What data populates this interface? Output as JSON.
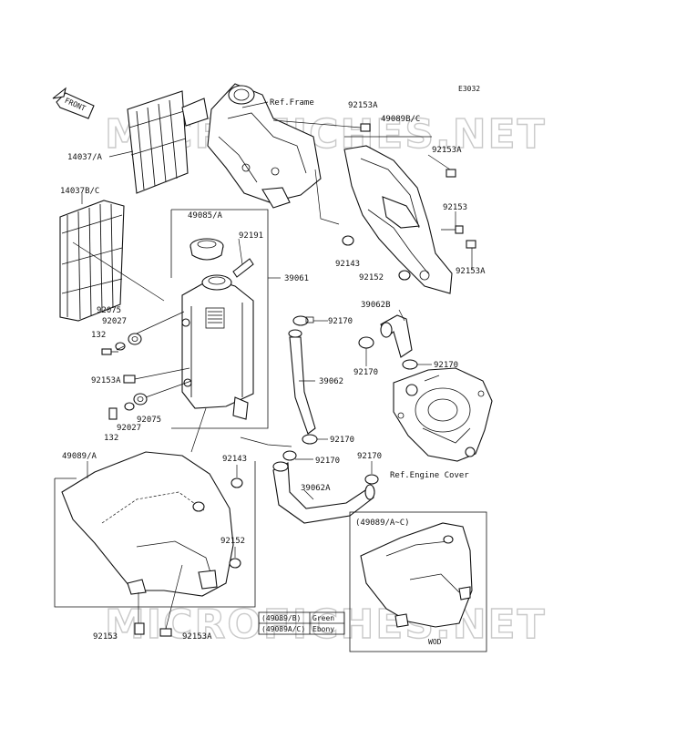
{
  "diagram_code": "E3032",
  "watermark": "MICROFICHES.NET",
  "front_label": "FRONT",
  "labels": {
    "ref_frame": "Ref.Frame",
    "l_92153a_top": "92153A",
    "l_49089bc": "49089B/C",
    "l_92153a_r1": "92153A",
    "l_14037a": "14037/A",
    "l_14037bc": "14037B/C",
    "l_49085a": "49085/A",
    "l_92191": "92191",
    "l_92153_r": "92153",
    "l_39061": "39061",
    "l_92143_r": "92143",
    "l_92152_r": "92152",
    "l_92153a_r2": "92153A",
    "l_39062b": "39062B",
    "l_92075_a": "92075",
    "l_92027_a": "92027",
    "l_92170_a": "92170",
    "l_132_a": "132",
    "l_92170_b": "92170",
    "l_92170_c": "92170",
    "l_92153a_l": "92153A",
    "l_39062": "39062",
    "l_92075_b": "92075",
    "l_92027_b": "92027",
    "l_132_b": "132",
    "l_92170_d": "92170",
    "l_92170_e": "92170",
    "l_92170_f": "92170",
    "ref_engine_cover": "Ref.Engine Cover",
    "l_49089a": "49089/A",
    "l_92143_l": "92143",
    "l_39062a": "39062A",
    "l_92152_l": "92152",
    "l_92153_bl": "92153",
    "l_92153a_bl": "92153A",
    "inset_title": "(49089/A~C)",
    "inset_code": "WOD"
  },
  "color_table": {
    "rows": [
      {
        "part": "(49089/B)",
        "color": "Green"
      },
      {
        "part": "(49089A/C)",
        "color": "Ebony"
      }
    ]
  }
}
